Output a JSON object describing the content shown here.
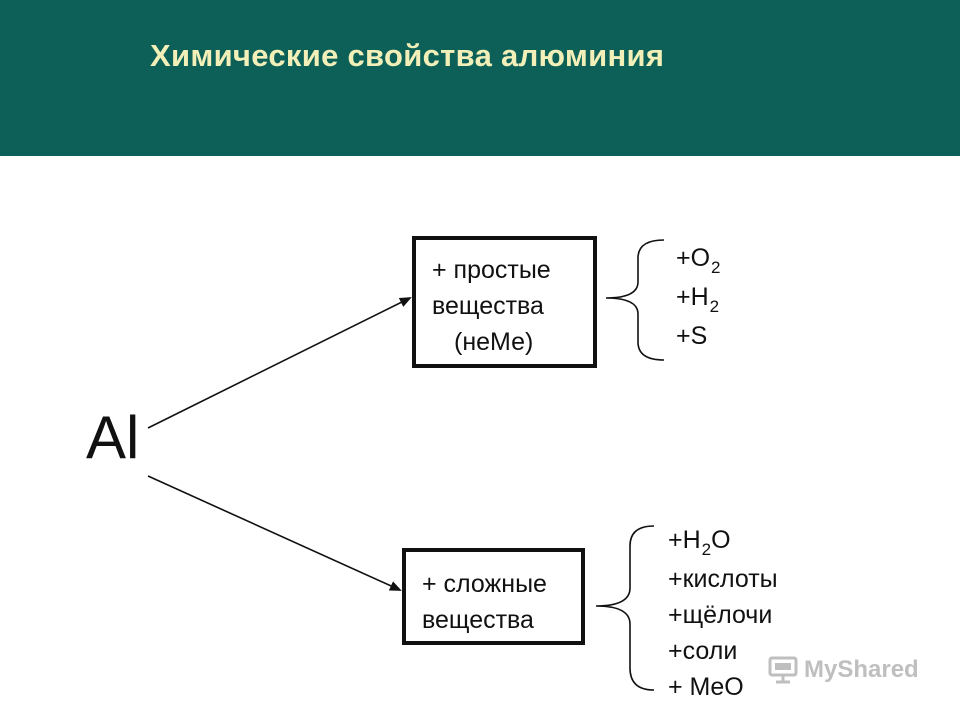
{
  "slide": {
    "title": "Химические свойства алюминия",
    "header_color": "#0d6058",
    "title_color": "#f2f0b8"
  },
  "diagram": {
    "root": "Al",
    "simple": {
      "box_lines": [
        "+ простые",
        "вещества",
        "(неМе)"
      ],
      "reactants": [
        {
          "text": "+O",
          "sub": "2"
        },
        {
          "text": "+H",
          "sub": "2"
        },
        {
          "text": "+S",
          "sub": ""
        }
      ]
    },
    "complex": {
      "box_lines": [
        "+ сложные",
        "вещества"
      ],
      "reactants": [
        {
          "text": "+H",
          "sub": "2",
          "tail": "O"
        },
        {
          "text": "+кислоты",
          "sub": "",
          "tail": ""
        },
        {
          "text": "+щёлочи",
          "sub": "",
          "tail": ""
        },
        {
          "text": "+соли",
          "sub": "",
          "tail": ""
        },
        {
          "text": "+ MeO",
          "sub": "",
          "tail": ""
        }
      ]
    }
  },
  "watermark": {
    "text": "MyShared",
    "icon": "presentation-screen-icon"
  }
}
